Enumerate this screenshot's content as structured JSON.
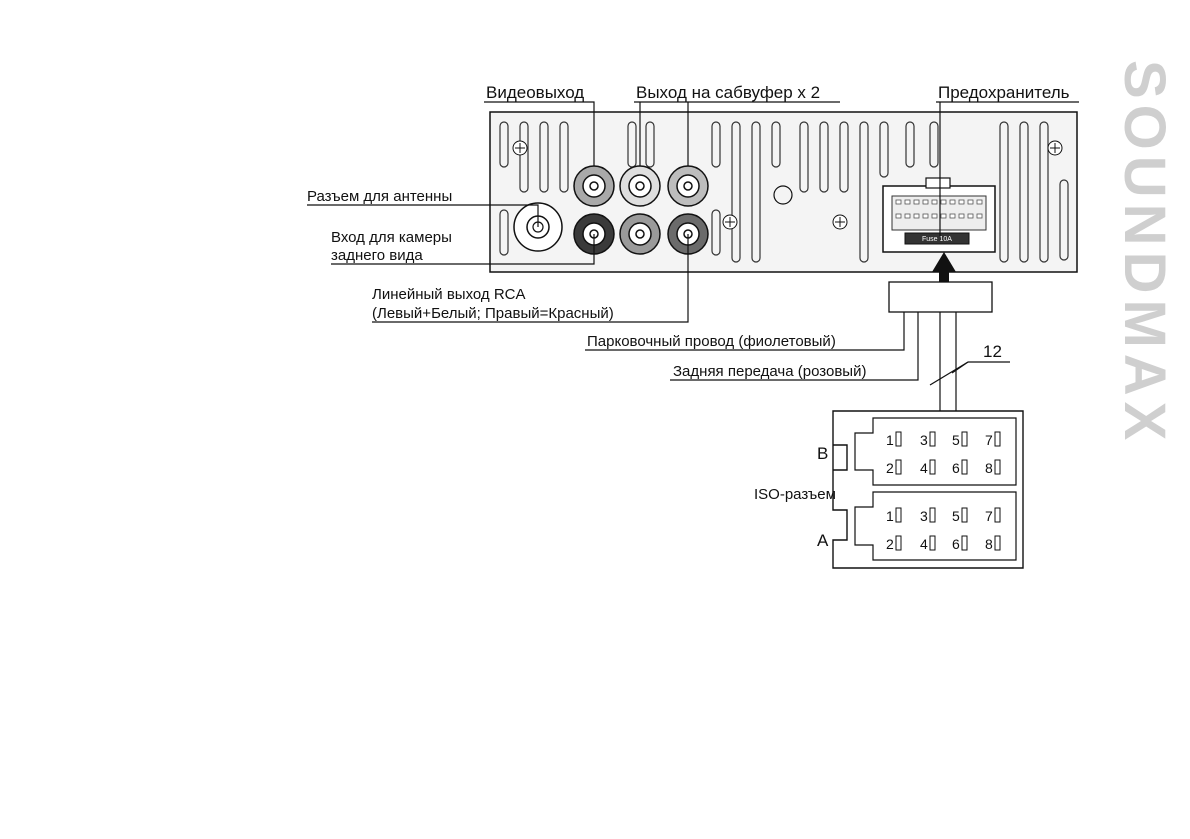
{
  "brand": {
    "text": "SOUNDMAX",
    "color": "#cfcfcf"
  },
  "labels": {
    "video_out": "Видеовыход",
    "subwoofer_out": "Выход на сабвуфер х 2",
    "fuse": "Предохранитель",
    "antenna": "Разъем для антенны",
    "camera_line1": "Вход для камеры",
    "camera_line2": "заднего вида",
    "rca_line1": "Линейный выход RCA",
    "rca_line2": "(Левый+Белый; Правый=Красный)",
    "parking": "Парковочный провод (фиолетовый)",
    "reverse": "Задняя передача (розовый)",
    "wire_count": "12",
    "iso": "ISO-разъем",
    "block_b": "B",
    "block_a": "A",
    "fuse_marking": "Fuse 10A"
  },
  "iso_pins": {
    "b_top": [
      "1",
      "3",
      "5",
      "7"
    ],
    "b_bottom": [
      "2",
      "4",
      "6",
      "8"
    ],
    "a_top": [
      "1",
      "3",
      "5",
      "7"
    ],
    "a_bottom": [
      "2",
      "4",
      "6",
      "8"
    ]
  }
}
